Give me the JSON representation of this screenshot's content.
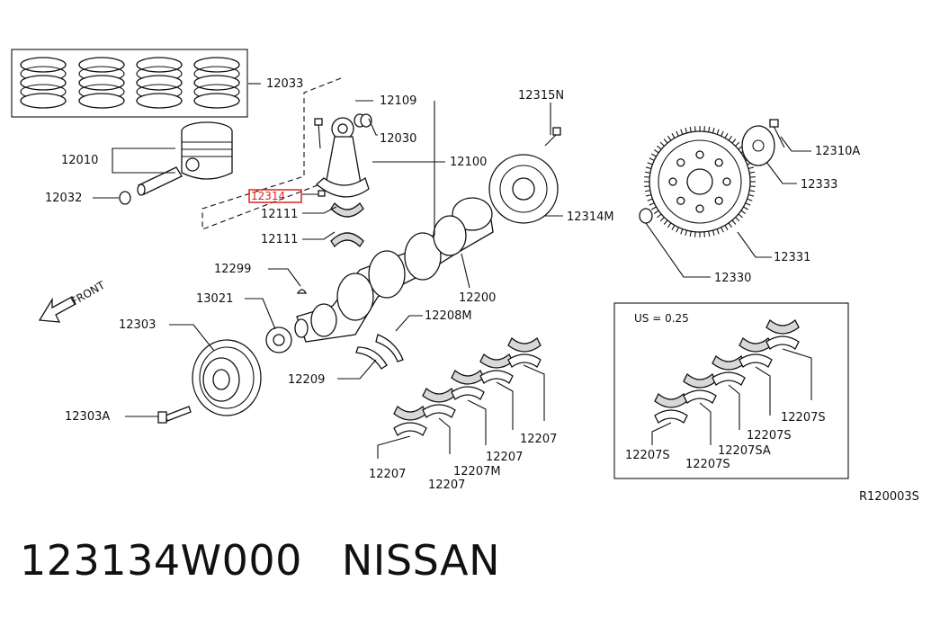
{
  "caption": {
    "part_number": "123134W000",
    "brand": "NISSAN"
  },
  "diagram": {
    "figure_code": "R120003S",
    "front_label": "FRONT",
    "inset_note": "US = 0.25",
    "highlight_color": "#e02020",
    "callouts": [
      {
        "id": "c12033",
        "label": "12033"
      },
      {
        "id": "c12109",
        "label": "12109"
      },
      {
        "id": "c12030",
        "label": "12030"
      },
      {
        "id": "c12010",
        "label": "12010"
      },
      {
        "id": "c12100",
        "label": "12100"
      },
      {
        "id": "c12032",
        "label": "12032"
      },
      {
        "id": "c12314",
        "label": "12314",
        "highlighted": true
      },
      {
        "id": "c12111a",
        "label": "12111"
      },
      {
        "id": "c12111b",
        "label": "12111"
      },
      {
        "id": "c12315N",
        "label": "12315N"
      },
      {
        "id": "c12314M",
        "label": "12314M"
      },
      {
        "id": "c12310A",
        "label": "12310A"
      },
      {
        "id": "c12333",
        "label": "12333"
      },
      {
        "id": "c12331",
        "label": "12331"
      },
      {
        "id": "c12330",
        "label": "12330"
      },
      {
        "id": "c12299",
        "label": "12299"
      },
      {
        "id": "c13021",
        "label": "13021"
      },
      {
        "id": "c12200",
        "label": "12200"
      },
      {
        "id": "c12303",
        "label": "12303"
      },
      {
        "id": "c12208M",
        "label": "12208M"
      },
      {
        "id": "c12209",
        "label": "12209"
      },
      {
        "id": "c12303A",
        "label": "12303A"
      },
      {
        "id": "c12207a",
        "label": "12207"
      },
      {
        "id": "c12207b",
        "label": "12207"
      },
      {
        "id": "c12207c",
        "label": "12207"
      },
      {
        "id": "c12207M",
        "label": "12207M"
      },
      {
        "id": "c12207d",
        "label": "12207"
      },
      {
        "id": "c12207S1",
        "label": "12207S"
      },
      {
        "id": "c12207S2",
        "label": "12207S"
      },
      {
        "id": "c12207S3",
        "label": "12207S"
      },
      {
        "id": "c12207SA",
        "label": "12207SA"
      },
      {
        "id": "c12207S4",
        "label": "12207S"
      }
    ]
  }
}
